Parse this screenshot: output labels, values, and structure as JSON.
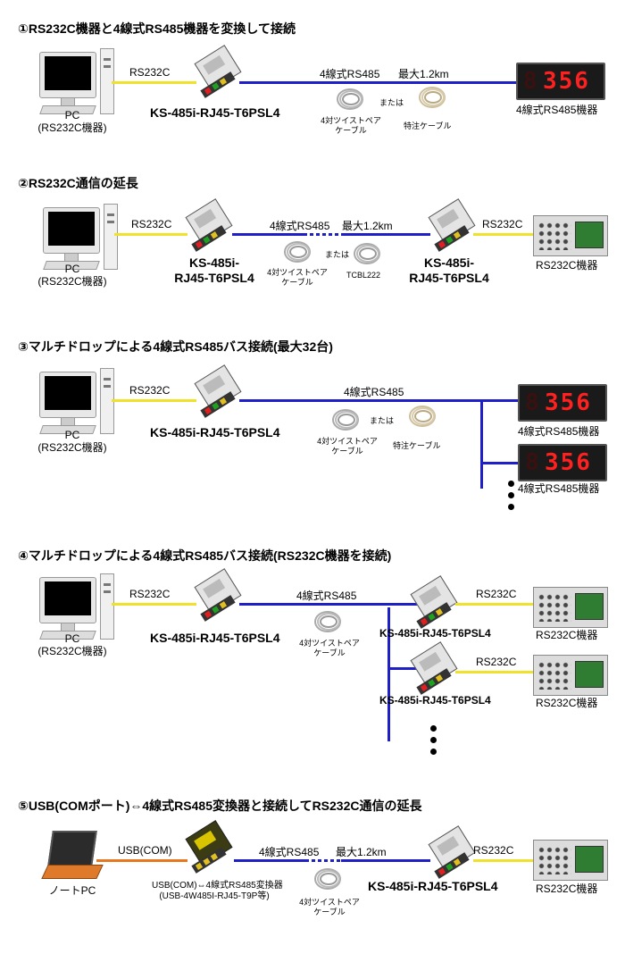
{
  "sections": [
    {
      "title": "①RS232C機器と4線式RS485機器を変換して接続",
      "pc": {
        "label1": "PC",
        "label2": "(RS232C機器)"
      },
      "link_left": "RS232C",
      "model": "KS-485i-RJ45-T6PSL4",
      "link_right": "4線式RS485",
      "max_len": "最大1.2km",
      "cable_a": {
        "l1": "4対ツイストペア",
        "l2": "ケーブル"
      },
      "or": "または",
      "cable_b": "特注ケーブル",
      "display": "356",
      "device": "4線式RS485機器"
    },
    {
      "title": "②RS232C通信の延長",
      "pc": {
        "label1": "PC",
        "label2": "(RS232C機器)"
      },
      "link_left": "RS232C",
      "model_a": {
        "l1": "KS-485i-",
        "l2": "RJ45-T6PSL4"
      },
      "link_mid": "4線式RS485",
      "max_len": "最大1.2km",
      "cable_a": {
        "l1": "4対ツイストペア",
        "l2": "ケーブル"
      },
      "or": "または",
      "cable_b": "TCBL222",
      "model_b": {
        "l1": "KS-485i-",
        "l2": "RJ45-T6PSL4"
      },
      "link_right": "RS232C",
      "device": "RS232C機器"
    },
    {
      "title": "③マルチドロップによる4線式RS485バス接続(最大32台)",
      "pc": {
        "label1": "PC",
        "label2": "(RS232C機器)"
      },
      "link_left": "RS232C",
      "model": "KS-485i-RJ45-T6PSL4",
      "link_right": "4線式RS485",
      "cable_a": {
        "l1": "4対ツイストペア",
        "l2": "ケーブル"
      },
      "or": "または",
      "cable_b": "特注ケーブル",
      "display": "356",
      "device1": "4線式RS485機器",
      "device2": "4線式RS485機器"
    },
    {
      "title": "④マルチドロップによる4線式RS485バス接続(RS232C機器を接続)",
      "pc": {
        "label1": "PC",
        "label2": "(RS232C機器)"
      },
      "link_left": "RS232C",
      "model": "KS-485i-RJ45-T6PSL4",
      "link_mid": "4線式RS485",
      "cable_a": {
        "l1": "4対ツイストペア",
        "l2": "ケーブル"
      },
      "node1": {
        "model": "KS-485i-RJ45-T6PSL4",
        "link": "RS232C",
        "device": "RS232C機器"
      },
      "node2": {
        "model": "KS-485i-RJ45-T6PSL4",
        "link": "RS232C",
        "device": "RS232C機器"
      }
    },
    {
      "title": "⑤USB(COMポート)⇔4線式RS485変換器と接続してRS232C通信の延長",
      "laptop": "ノートPC",
      "link_left": "USB(COM)",
      "converter": {
        "l1": "USB(COM)⇔4線式RS485変換器",
        "l2": "(USB-4W485I-RJ45-T9P等)"
      },
      "link_mid": "4線式RS485",
      "max_len": "最大1.2km",
      "cable_a": {
        "l1": "4対ツイストペア",
        "l2": "ケーブル"
      },
      "model": "KS-485i-RJ45-T6PSL4",
      "link_right": "RS232C",
      "device": "RS232C機器"
    }
  ],
  "colors": {
    "rs232c_line": "#f0e12a",
    "rs485_line": "#1f1fc8",
    "usb_line": "#e8761e",
    "display_digits": "#ff2020"
  }
}
